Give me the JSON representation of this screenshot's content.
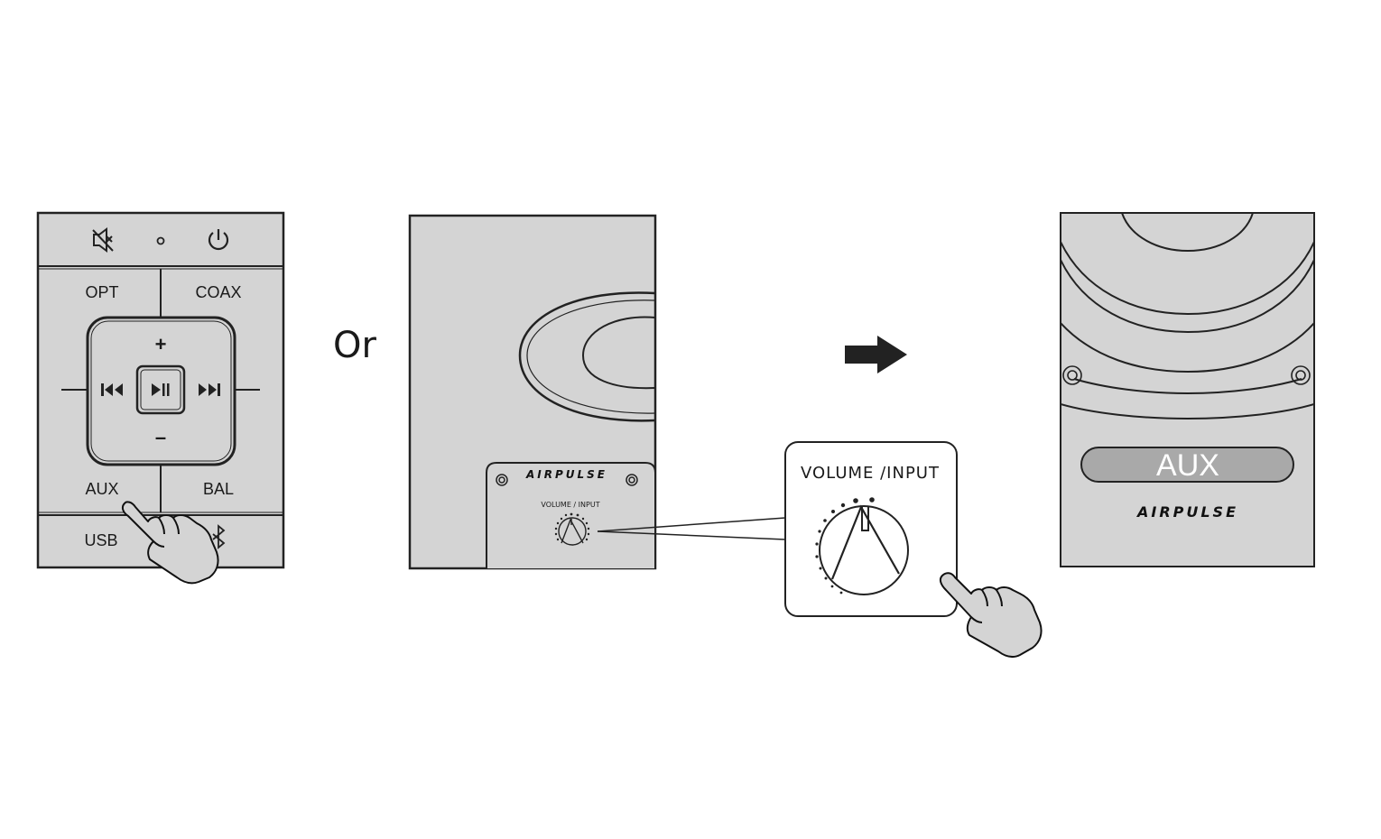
{
  "remote": {
    "buttons": {
      "opt": "OPT",
      "coax": "COAX",
      "aux": "AUX",
      "bal": "BAL",
      "usb": "USB",
      "plus": "+",
      "minus": "–"
    },
    "icons": [
      "mute-icon",
      "dot-icon",
      "power-icon",
      "previous-track-icon",
      "play-pause-icon",
      "next-track-icon",
      "bluetooth-icon"
    ]
  },
  "or_text": "Or",
  "speaker_front": {
    "brand": "AIRPULSE",
    "knob_label": "VOLUME / INPUT"
  },
  "callout": {
    "knob_label": "VOLUME /INPUT"
  },
  "result_panel": {
    "display_text": "AUX",
    "brand": "AIRPULSE"
  },
  "colors": {
    "panel_fill": "#d4d4d4",
    "display_fill": "#a9a9a9",
    "outline": "#222222",
    "display_text": "#ffffff"
  }
}
